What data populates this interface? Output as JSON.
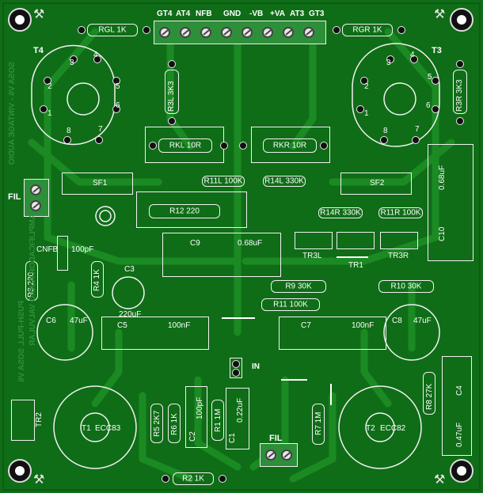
{
  "connector_top": {
    "labels": [
      "GT4",
      "AT4",
      "NFB",
      "GND",
      "-VB",
      "+VA",
      "AT3",
      "GT3"
    ]
  },
  "tubes": {
    "t4": "T4",
    "t3": "T3",
    "t1": "T1",
    "t1_type": "ECC83",
    "t2": "T2",
    "t2_type": "ECC82",
    "tr1": "TR1",
    "tr2": "TR2",
    "tr3l": "TR3L",
    "tr3r": "TR3R"
  },
  "socket_pins": [
    "1",
    "2",
    "3",
    "4",
    "5",
    "6",
    "7",
    "8"
  ],
  "components": {
    "rgl": "RGL  1K",
    "rgr": "RGR  1K",
    "r3l": "R3L 3K3",
    "r3r": "R3R 3K3",
    "rkl": "RKL  10R",
    "rkr": "RKR  10R",
    "sf1": "SF1",
    "sf2": "SF2",
    "r11l": "R11L 100K",
    "r14l": "R14L 330K",
    "r14r": "R14R 330K",
    "r11r": "R11R 100K",
    "r12": "R12  220",
    "c9": "C9",
    "c9v": "0.68uF",
    "c10": "C10",
    "c10v": "0.68uF",
    "cnfb": "CNFB",
    "cnfbv": "100pF",
    "r3": "R3 220",
    "r4": "R4 1K",
    "c3": "C3",
    "c3v": "220uF",
    "r9": "R9  30K",
    "r10": "R10  30K",
    "r11": "R11  100K",
    "c6": "C6",
    "c6v": "47uF",
    "c5": "C5",
    "c5v": "100nF",
    "c7": "C7",
    "c7v": "100nF",
    "c8": "C8",
    "c8v": "47uF",
    "in": "IN",
    "r5": "R5 2K7",
    "r6": "R6 1K",
    "c2": "C2",
    "c2v": "100pF",
    "r1": "R1 1M",
    "c1": "C1",
    "c1v": "0.22uF",
    "r7": "R7 1M",
    "r8": "R8 27K",
    "c4": "C4",
    "c4v": "0.47uF",
    "r2": "R2 1K",
    "fil_left": "FIL",
    "fil_bottom": "FIL"
  },
  "silkscreen_mirror": [
    "SOSA V6 - VINTAGE AUDIO",
    "AMPLIFICADOR AUDIO VALVULAR",
    "PUSH-PULL SOSA V6"
  ],
  "colors": {
    "board": "#0f6d17",
    "trace": "#1b8a23",
    "silk": "#ffffff"
  }
}
